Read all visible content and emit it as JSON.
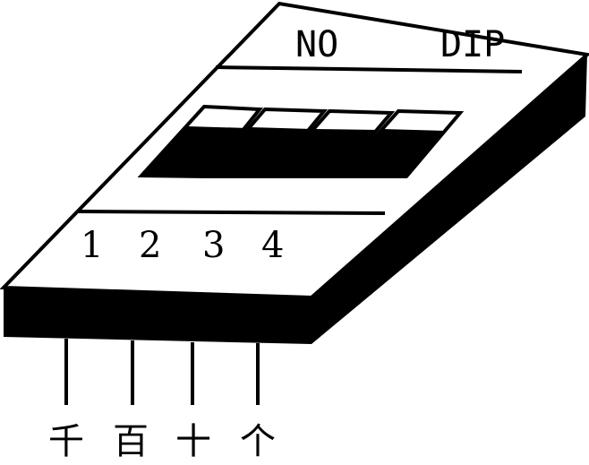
{
  "header": {
    "left": "NO",
    "right": "DIP"
  },
  "switch_numbers": [
    "1",
    "2",
    "3",
    "4"
  ],
  "pin_labels": [
    "千",
    "百",
    "十",
    "个"
  ],
  "colors": {
    "ink": "#000000",
    "paper": "#ffffff"
  }
}
